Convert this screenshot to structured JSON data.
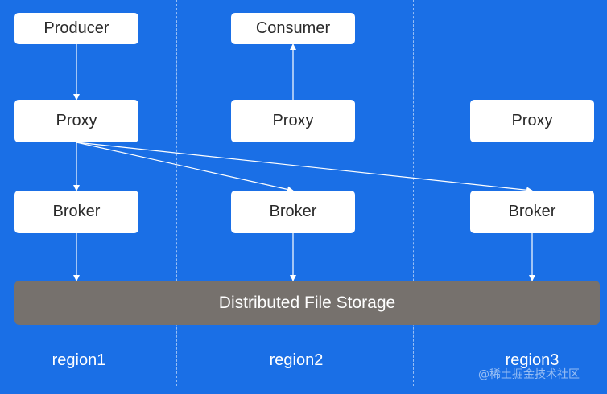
{
  "colors": {
    "background": "#1a6fe6",
    "node_fill": "#ffffff",
    "storage_fill": "#76716d",
    "edge": "#ffffff"
  },
  "nodes": {
    "producer": "Producer",
    "consumer": "Consumer",
    "proxy1": "Proxy",
    "proxy2": "Proxy",
    "proxy3": "Proxy",
    "broker1": "Broker",
    "broker2": "Broker",
    "broker3": "Broker"
  },
  "storage": "Distributed File Storage",
  "regions": [
    "region1",
    "region2",
    "region3"
  ],
  "watermark": "@稀土掘金技术社区",
  "edges": [
    {
      "from": "producer",
      "to": "proxy1"
    },
    {
      "from": "proxy1",
      "to": "broker1"
    },
    {
      "from": "proxy1",
      "to": "broker2"
    },
    {
      "from": "proxy1",
      "to": "broker3"
    },
    {
      "from": "proxy2",
      "to": "consumer"
    },
    {
      "from": "broker1",
      "to": "storage"
    },
    {
      "from": "broker2",
      "to": "storage"
    },
    {
      "from": "broker3",
      "to": "storage"
    }
  ]
}
